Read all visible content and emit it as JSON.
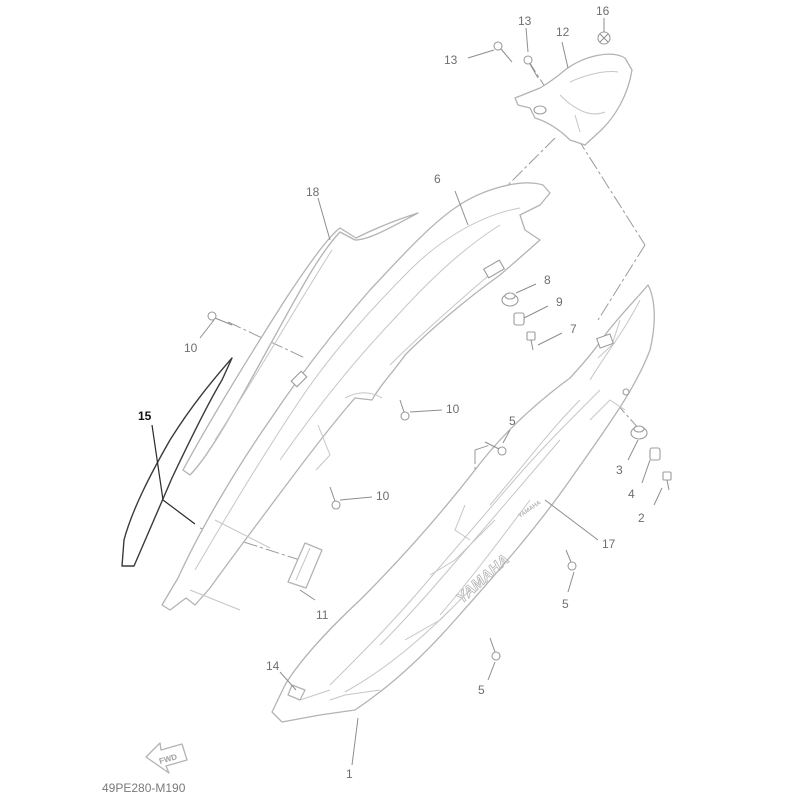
{
  "diagram": {
    "drawing_code": "49PE280-M190",
    "fwd_label": "FWD",
    "brand_text": "YAMAHA",
    "brand_small_text": "YAMAHA",
    "callouts": {
      "c1": "1",
      "c2": "2",
      "c3": "3",
      "c4": "4",
      "c5a": "5",
      "c5b": "5",
      "c5c": "5",
      "c6": "6",
      "c7": "7",
      "c8": "8",
      "c9": "9",
      "c10a": "10",
      "c10b": "10",
      "c10c": "10",
      "c11": "11",
      "c12": "12",
      "c13a": "13",
      "c13b": "13",
      "c14": "14",
      "c15": "15",
      "c16": "16",
      "c17": "17",
      "c18": "18"
    },
    "colors": {
      "part_outline": "#b3b3b3",
      "highlight_part": "#3a3a3a",
      "text": "#6f6f6f"
    }
  }
}
